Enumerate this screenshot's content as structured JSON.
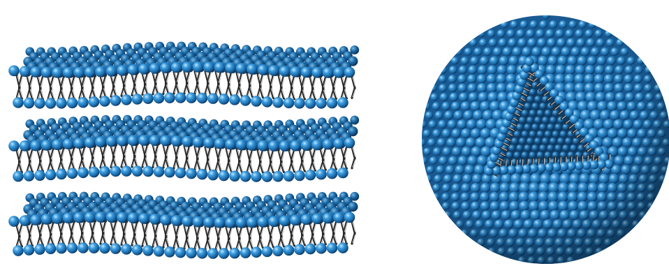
{
  "illustration": {
    "panels": [
      {
        "name": "lamellar-bilayer-stack",
        "layers": 3
      },
      {
        "name": "liposome-vesicle",
        "cutaway_shape": "triangle"
      }
    ]
  },
  "colors": {
    "background": "#ffffff",
    "headgroup": "#2f8fd4",
    "headgroup_dark": "#0f4f8a",
    "headgroup_light": "#9fd3ff",
    "tail": "#3a3a3a",
    "tail_light": "#c8c8c8",
    "interior": "#1b4f7a"
  }
}
